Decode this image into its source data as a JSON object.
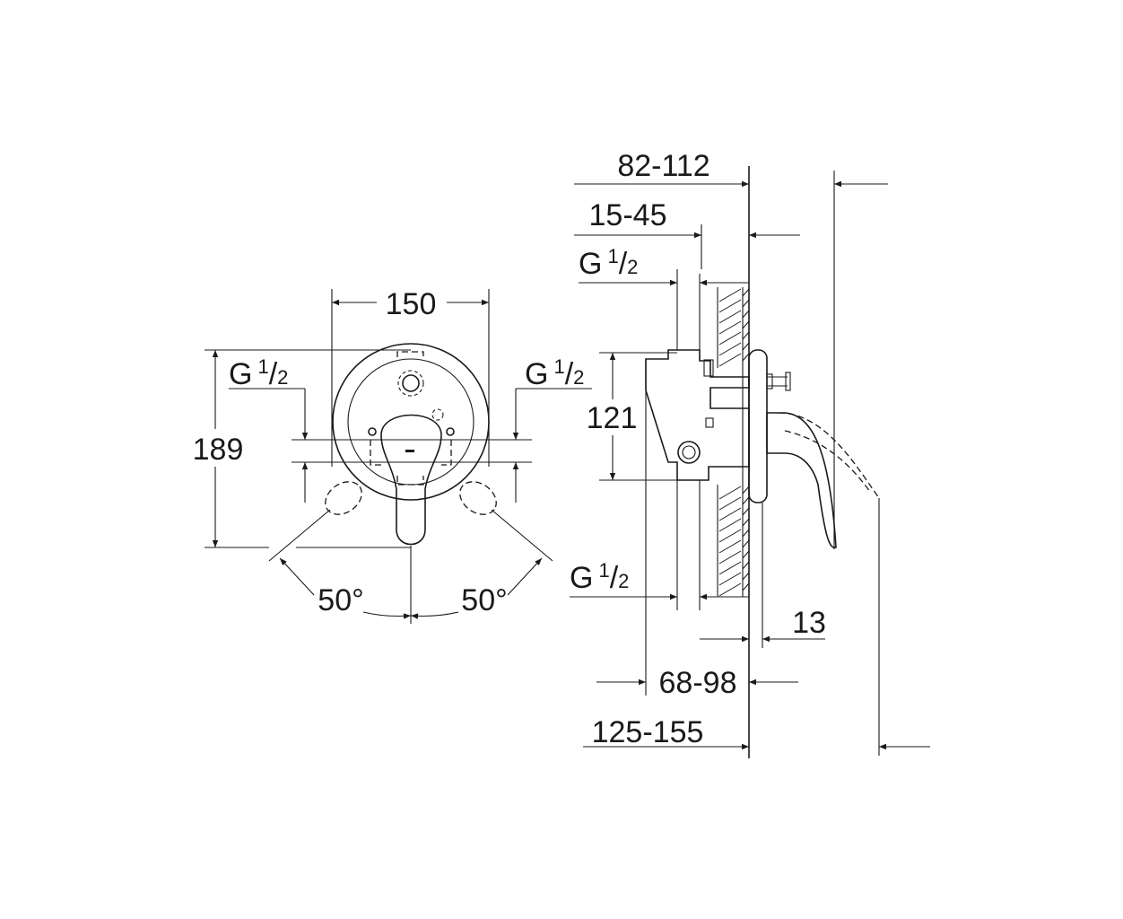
{
  "front_view": {
    "width_dim": "150",
    "height_dim": "189",
    "thread_left": {
      "g": "G",
      "num": "1",
      "den": "2"
    },
    "thread_right": {
      "g": "G",
      "num": "1",
      "den": "2"
    },
    "angle_left": "50°",
    "angle_right": "50°"
  },
  "side_view": {
    "dim_top": "82-112",
    "dim_wall": "15-45",
    "thread_top": {
      "g": "G",
      "num": "1",
      "den": "2"
    },
    "dim_height": "121",
    "thread_bottom": {
      "g": "G",
      "num": "1",
      "den": "2"
    },
    "dim_plate": "13",
    "dim_body": "68-98",
    "dim_total": "125-155"
  },
  "colors": {
    "line": "#1a1a1a",
    "background": "#ffffff"
  }
}
